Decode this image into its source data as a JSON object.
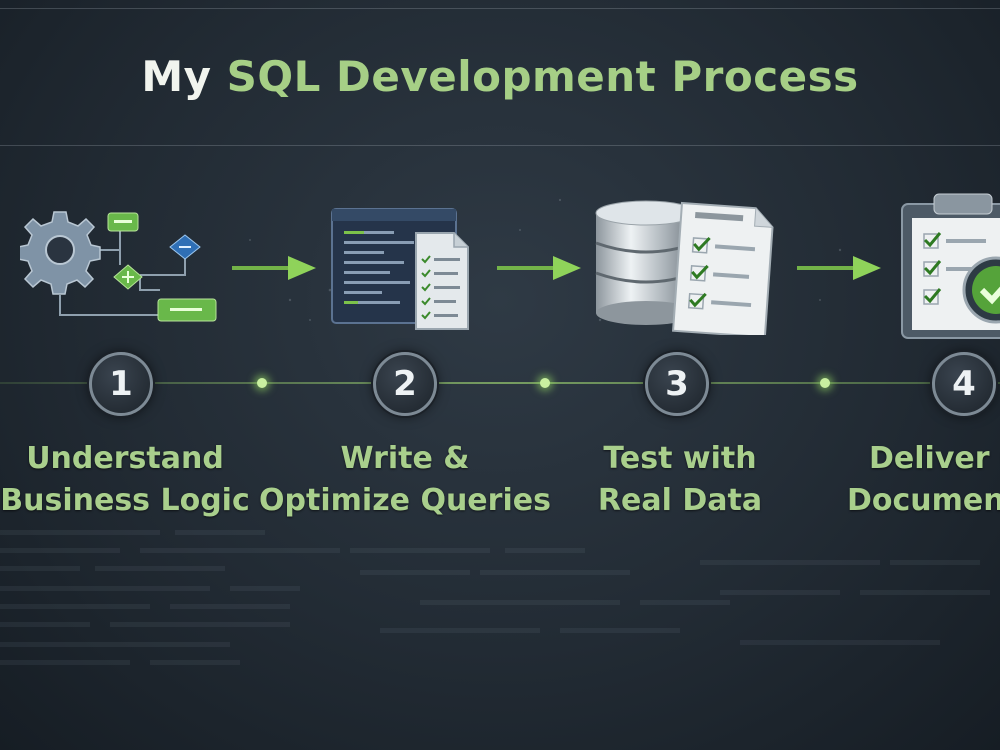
{
  "title": {
    "prefix": "My",
    "highlight": "SQL Development Process"
  },
  "steps": [
    {
      "number": "1",
      "line1": "Understand",
      "line2": "Business Logic",
      "icon": "gear-flowchart-icon"
    },
    {
      "number": "2",
      "line1": "Write &",
      "line2": "Optimize Queries",
      "icon": "code-editor-icon"
    },
    {
      "number": "3",
      "line1": "Test with",
      "line2": "Real Data",
      "icon": "database-checklist-icon"
    },
    {
      "number": "4",
      "line1": "Deliver C",
      "line2": "Document",
      "icon": "clipboard-check-icon"
    }
  ],
  "colors": {
    "accent": "#a6cf86",
    "arrow": "#7cc24a",
    "background": "#222b34"
  }
}
